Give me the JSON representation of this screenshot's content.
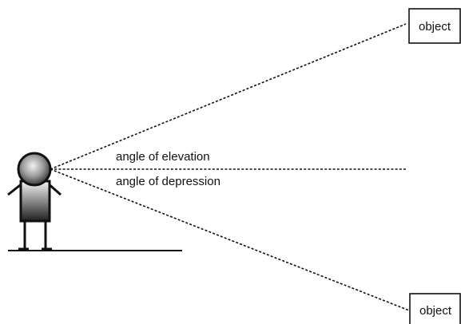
{
  "diagram": {
    "labels": {
      "elevation": "angle of elevation",
      "depression": "angle of depression"
    },
    "objects": {
      "upper": "object",
      "lower": "object"
    }
  }
}
